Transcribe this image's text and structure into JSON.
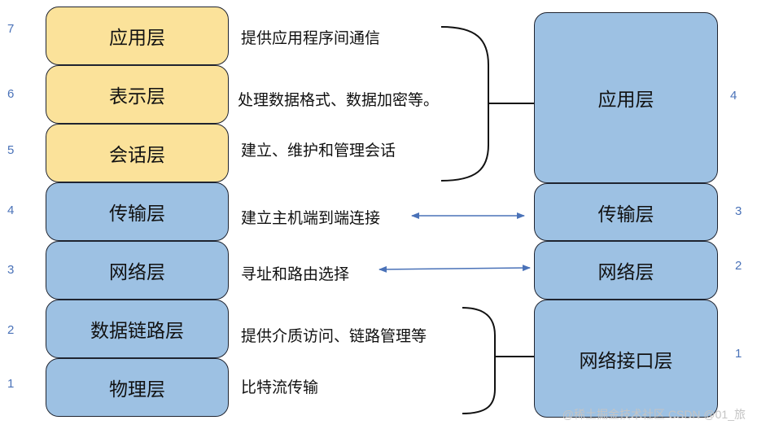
{
  "osi": {
    "layers": [
      {
        "num": "7",
        "name": "应用层",
        "desc": "提供应用程序间通信",
        "color": "#fbe29a"
      },
      {
        "num": "6",
        "name": "表示层",
        "desc": "处理数据格式、数据加密等。",
        "color": "#fbe29a"
      },
      {
        "num": "5",
        "name": "会话层",
        "desc": "建立、维护和管理会话",
        "color": "#fbe29a"
      },
      {
        "num": "4",
        "name": "传输层",
        "desc": "建立主机端到端连接",
        "color": "#9dc1e3"
      },
      {
        "num": "3",
        "name": "网络层",
        "desc": "寻址和路由选择",
        "color": "#9dc1e3"
      },
      {
        "num": "2",
        "name": "数据链路层",
        "desc": "提供介质访问、链路管理等",
        "color": "#9dc1e3"
      },
      {
        "num": "1",
        "name": "物理层",
        "desc": "比特流传输",
        "color": "#9dc1e3"
      }
    ]
  },
  "tcpip": {
    "layers": [
      {
        "num": "4",
        "name": "应用层"
      },
      {
        "num": "3",
        "name": "传输层"
      },
      {
        "num": "2",
        "name": "网络层"
      },
      {
        "num": "1",
        "name": "网络接口层"
      }
    ]
  },
  "colors": {
    "upper": "#fbe29a",
    "lower": "#9dc1e3",
    "arrow": "#4a72b8",
    "number": "#4a72b8"
  },
  "watermark": "@稀土掘金技术社区 CSDN @01_旅"
}
